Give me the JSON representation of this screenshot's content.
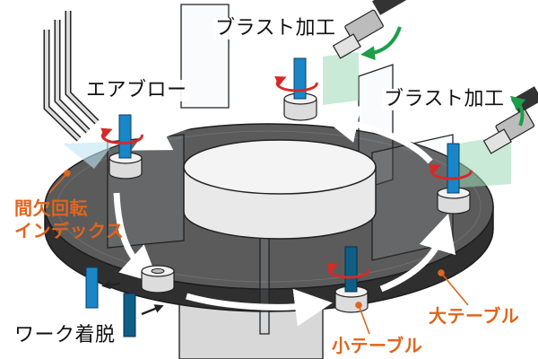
{
  "labels": {
    "blast_top": "ブラスト加工",
    "blast_right": "ブラスト加工",
    "air_blow": "エアブロー",
    "index_line1": "間欠回転",
    "index_line2": "インデックス",
    "work_load": "ワーク着脱",
    "large_table": "大テーブル",
    "small_table": "小テーブル"
  },
  "colors": {
    "accent_label": "#e0641c",
    "rotation_arrow": "#d42a2a",
    "nozzle_arrow": "#1d9e48",
    "blast_spray": "#9bd9b5",
    "work_pin": "#1a86c8",
    "table_top": "#5b5b5b",
    "hub": "#efefef"
  }
}
